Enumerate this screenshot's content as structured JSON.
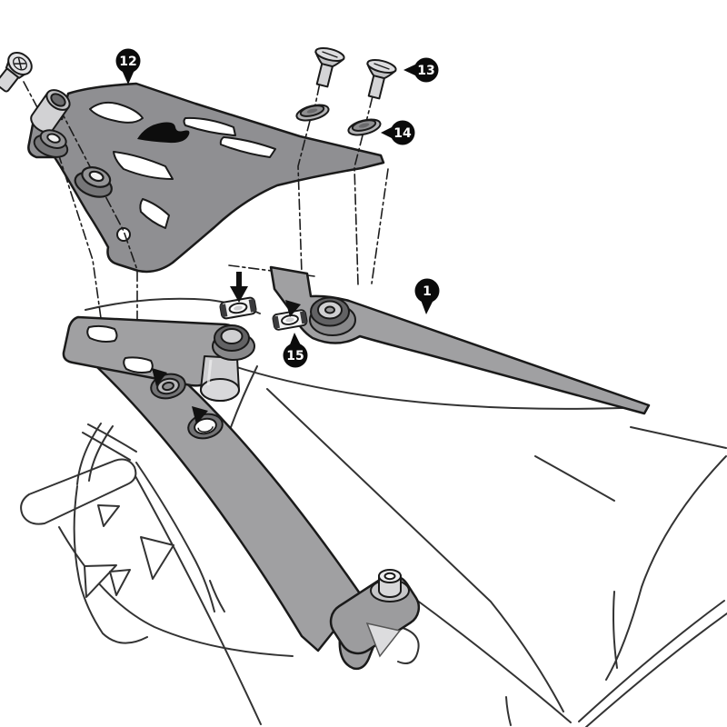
{
  "diagram": {
    "title": "exploded-assembly-instruction",
    "callouts": {
      "plate": {
        "label": "12",
        "points_to": "mounting-plate"
      },
      "screws": {
        "label": "13",
        "points_to": "countersunk-screws"
      },
      "washers": {
        "label": "14",
        "points_to": "oval-washers"
      },
      "arm": {
        "label": "1",
        "points_to": "rack-arm"
      },
      "clips": {
        "label": "15",
        "points_to": "clip-nuts"
      }
    },
    "palette": {
      "background": "#ffffff",
      "plate_gray": "#8f8f92",
      "bracket_gray": "#a0a0a2",
      "light_gray": "#cdcdcf",
      "dark_ring_gray": "#626264",
      "outline_black": "#1a1a1a",
      "bodywork_line": "#333333",
      "callout_black": "#0b0b0b"
    }
  }
}
